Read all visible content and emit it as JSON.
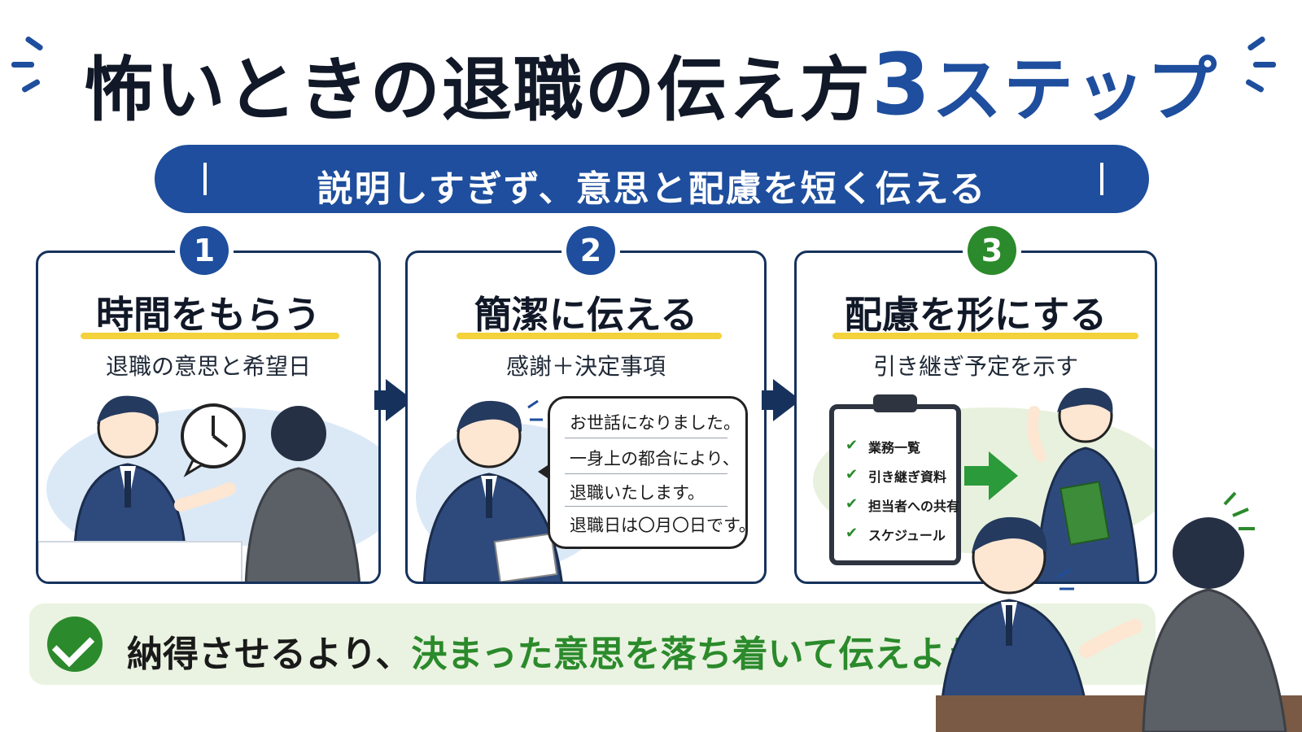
{
  "title": {
    "main": "怖いときの退職の伝え方",
    "number": "3",
    "suffix": "ステップ"
  },
  "banner": {
    "text": "説明しすぎず、意思と配慮を短く伝える"
  },
  "steps": [
    {
      "number": "1",
      "title": "時間をもらう",
      "subtitle": "退職の意思と希望日",
      "color": "#1e4e9d"
    },
    {
      "number": "2",
      "title": "簡潔に伝える",
      "subtitle": "感謝＋決定事項",
      "color": "#1e4e9d",
      "speech": [
        "お世話になりました。",
        "一身上の都合により、",
        "退職いたします。",
        "退職日は〇月〇日です。"
      ]
    },
    {
      "number": "3",
      "title": "配慮を形にする",
      "subtitle": "引き継ぎ予定を示す",
      "color": "#2b8a2b",
      "checklist": [
        "業務一覧",
        "引き継ぎ資料",
        "担当者への共有",
        "スケジュール"
      ]
    }
  ],
  "footer": {
    "plain": "納得させるより、",
    "highlight": "決まった意思を落ち着いて伝えよう"
  },
  "icons": {
    "step_arrow": "arrow-right-icon",
    "footer_check": "check-circle-icon",
    "clock": "clock-icon",
    "clipboard": "clipboard-icon",
    "green_arrow": "arrow-right-icon"
  },
  "colors": {
    "navy": "#1e4e9d",
    "green": "#2b8a2b",
    "yellow": "#f3d23c",
    "footer_bg": "#eaf3e1"
  }
}
